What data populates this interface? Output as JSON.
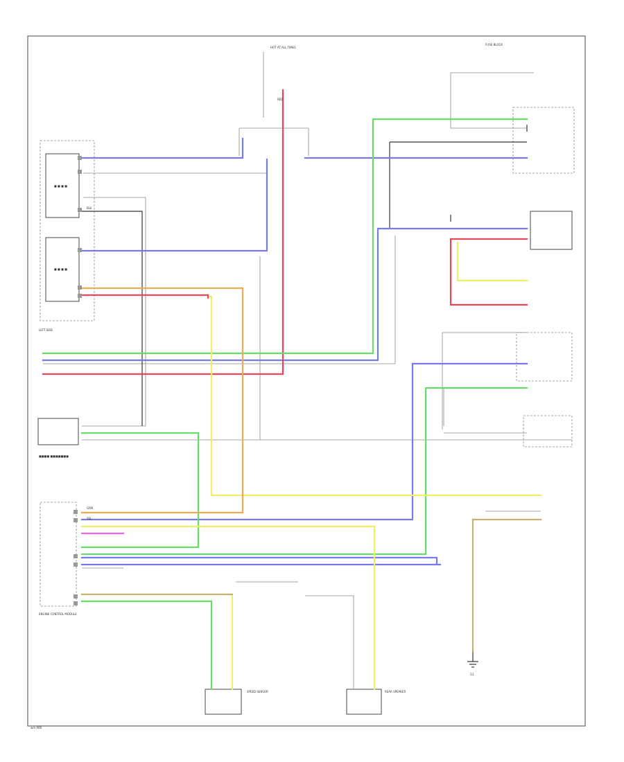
{
  "colors": {
    "blue": "#7777ee",
    "red": "#ee4455",
    "green": "#66dd66",
    "yellow": "#eeee66",
    "orange": "#eeaa55",
    "olive": "#c8b070",
    "magenta": "#ee66ee",
    "black": "#333333",
    "gray": "#bbbbbb"
  },
  "labels": {
    "hot_at_all_times": "HOT AT ALL TIMES",
    "fuse_block": "FUSE BLOCK",
    "left_side_box": "LEFT SIDE",
    "speed_sensor": "SPEED SENSOR",
    "rear_speaker": "REAR SPEAKER",
    "blk_wire": "BLK",
    "grn_wire": "GRN",
    "yel_wire": "YEL",
    "red_wire": "RED",
    "ecm": "ENGINE CONTROL MODULE",
    "ground_g1": "G1",
    "page_code": "w/o ABS"
  }
}
